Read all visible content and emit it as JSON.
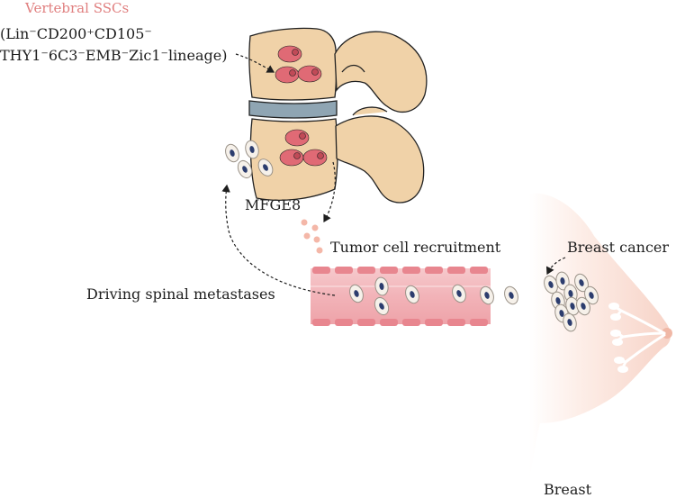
{
  "title": "Vertebral SSCs",
  "lineage": {
    "line1": "(Lin⁻CD200⁺CD105⁻",
    "line2": "THY1⁻6C3⁻EMB⁻Zic1⁻lineage)"
  },
  "labels": {
    "mfge8": "MFGE8",
    "tumor_recruitment": "Tumor cell recruitment",
    "breast_cancer": "Breast cancer",
    "driving_metastases": "Driving spinal metastases",
    "breast": "Breast"
  },
  "colors": {
    "bone": "#f0d2a8",
    "bone_outline": "#222222",
    "disc": "#8fa5b3",
    "ssc_cell": "#e06a75",
    "ssc_nucleus": "#c04a57",
    "vessel": "#f2b8bc",
    "vessel_dark": "#e0868f",
    "breast_skin": "#fbe3da",
    "tumor_nucleus": "#2c3d6e",
    "secreted_factor": "#f4b7a8",
    "title": "#e07f7f"
  }
}
